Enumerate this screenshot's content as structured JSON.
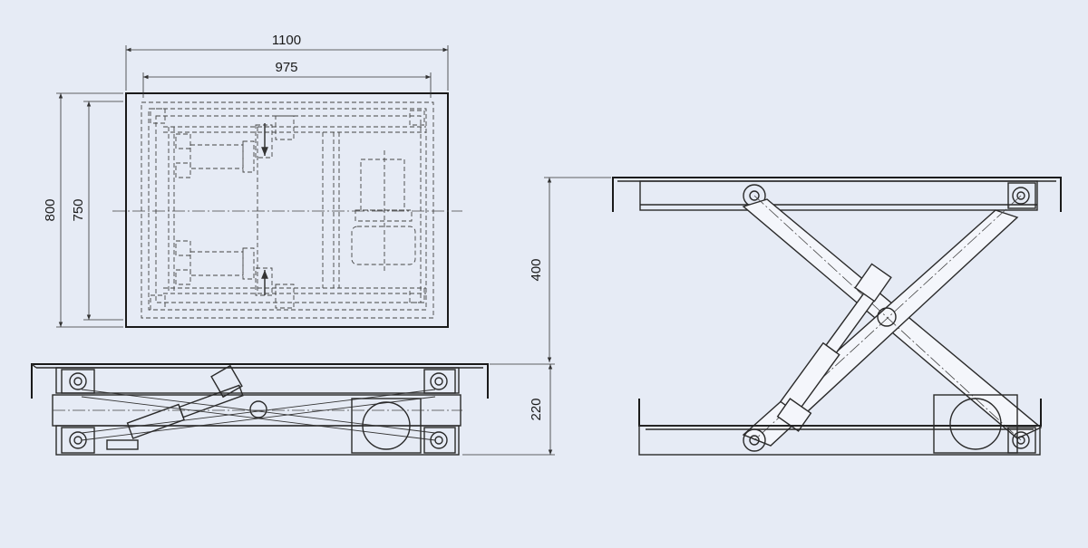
{
  "dimensions": {
    "overall_length": "1100",
    "platform_length": "975",
    "overall_width": "800",
    "platform_width": "750",
    "lowered_height": "220",
    "raised_height": "400"
  },
  "colors": {
    "background": "#e6ebf5",
    "line": "#2a2a2a"
  }
}
